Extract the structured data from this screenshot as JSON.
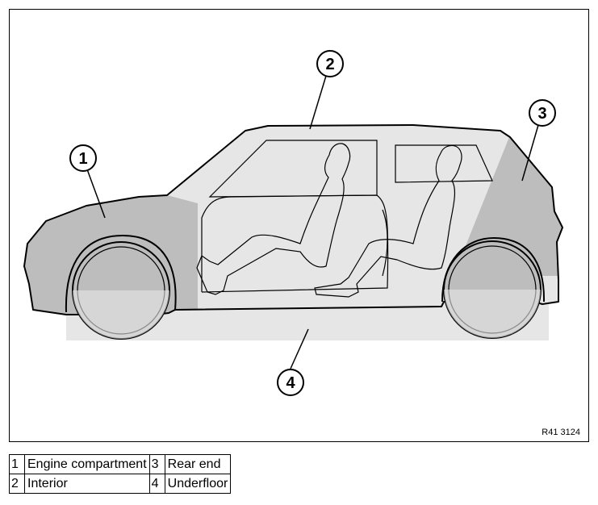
{
  "figure": {
    "code": "R41 3124",
    "callouts": [
      {
        "number": "1"
      },
      {
        "number": "2"
      },
      {
        "number": "3"
      },
      {
        "number": "4"
      }
    ]
  },
  "legend": {
    "rows": [
      [
        {
          "num": "1",
          "label": "Engine compartment"
        },
        {
          "num": "3",
          "label": "Rear end"
        }
      ],
      [
        {
          "num": "2",
          "label": "Interior"
        },
        {
          "num": "4",
          "label": "Underfloor"
        }
      ]
    ]
  },
  "colors": {
    "zone_light": "#e6e6e6",
    "zone_dark": "#bdbdbd",
    "outline": "#000000"
  }
}
